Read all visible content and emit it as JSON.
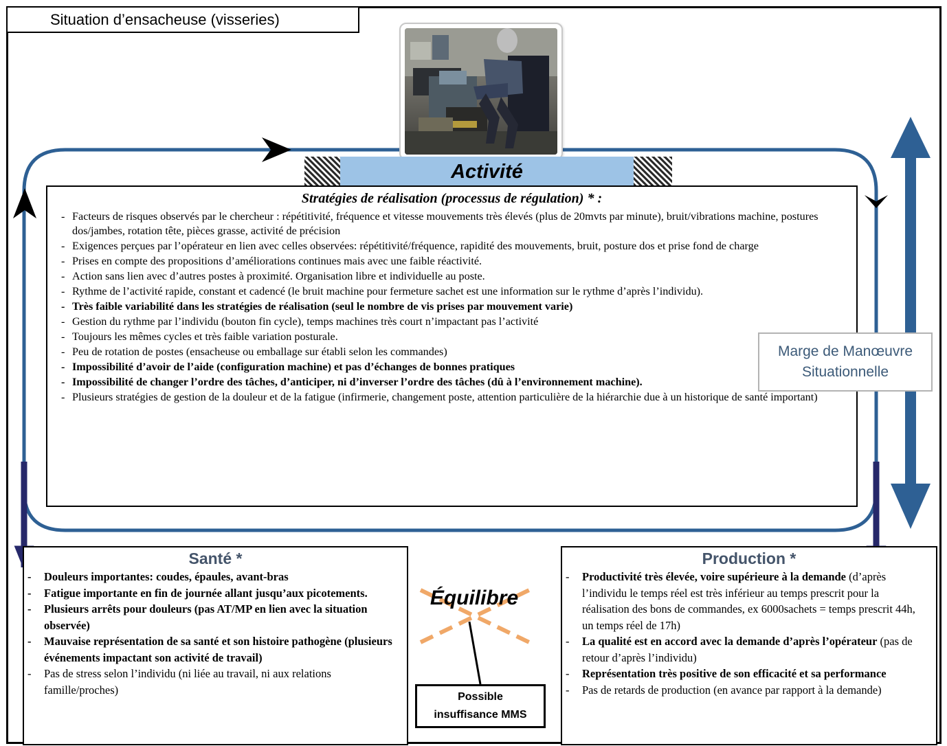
{
  "title": "Situation d’ensacheuse (visseries)",
  "activity": {
    "label": "Activité",
    "strategies_title": "Stratégies de réalisation (processus de régulation) * :",
    "items": [
      {
        "text": "Facteurs de risques observés par le chercheur : répétitivité, fréquence et vitesse mouvements très élevés (plus de 20mvts par minute), bruit/vibrations machine, postures dos/jambes, rotation tête, pièces grasse, activité de précision",
        "bold": false
      },
      {
        "text": "Exigences perçues par l’opérateur en lien avec celles observées: répétitivité/fréquence, rapidité des mouvements, bruit, posture dos et prise fond de charge",
        "bold": false
      },
      {
        "text": "Prises en compte des propositions d’améliorations continues mais avec une faible réactivité.",
        "bold": false
      },
      {
        "text": "Action sans lien avec d’autres postes à proximité. Organisation libre et individuelle au poste.",
        "bold": false
      },
      {
        "text": "Rythme de l’activité rapide, constant et cadencé (le bruit machine pour fermeture sachet est une information sur le rythme d’après l’individu).",
        "bold": false
      },
      {
        "text": "Très faible variabilité dans les stratégies de réalisation (seul le nombre de vis prises par mouvement varie)",
        "bold": true
      },
      {
        "text": "Gestion du rythme par l’individu (bouton fin cycle), temps machines très court n’impactant pas l’activité",
        "bold": false
      },
      {
        "text": "Toujours les mêmes cycles et très faible variation posturale.",
        "bold": false
      },
      {
        "text": "Peu de rotation de postes (ensacheuse ou emballage sur établi selon les commandes)",
        "bold": false
      },
      {
        "text": "Impossibilité d’avoir de l’aide (configuration machine) et pas d’échanges de bonnes pratiques",
        "bold": true
      },
      {
        "text": "Impossibilité de changer l’ordre des tâches, d’anticiper, ni d’inverser l’ordre des tâches (dû à l’environnement machine).",
        "bold": true
      },
      {
        "text": "Plusieurs stratégies de gestion de la douleur et de la fatigue (infirmerie, changement poste, attention particulière de la hiérarchie due à un historique de santé important)",
        "bold": false
      }
    ]
  },
  "marge": {
    "line1": "Marge de Manœuvre",
    "line2": "Situationnelle"
  },
  "sante": {
    "title": "Santé *",
    "items": [
      {
        "text": "Douleurs importantes: coudes, épaules, avant-bras",
        "bold": true
      },
      {
        "text": "Fatigue importante en fin de journée allant jusqu’aux picotements.",
        "bold": true
      },
      {
        "text": "Plusieurs arrêts pour douleurs (pas AT/MP en lien avec la situation observée)",
        "bold": true
      },
      {
        "text": "Mauvaise représentation de sa santé et son histoire pathogène (plusieurs événements impactant son activité de travail)",
        "bold": true
      },
      {
        "text": "Pas de stress selon l’individu (ni liée au travail, ni aux relations famille/proches)",
        "bold": false
      }
    ]
  },
  "production": {
    "title": "Production *",
    "items": [
      {
        "bold_part": "Productivité très élevée, voire supérieure à la demande",
        "normal_part": " (d’après l’individu le temps réel est très inférieur au temps prescrit pour la réalisation des bons de commandes, ex 6000sachets = temps prescrit 44h, un temps réel de 17h)"
      },
      {
        "bold_part": "La qualité est en accord avec la demande d’après l’opérateur",
        "normal_part": " (pas de retour d’après l’individu)"
      },
      {
        "bold_part": "Représentation très positive de son efficacité et sa performance",
        "normal_part": ""
      },
      {
        "bold_part": "",
        "normal_part": "Pas de retards de production (en avance par rapport à la demande)"
      }
    ]
  },
  "equilibre": "Équilibre",
  "mms": {
    "line1": "Possible",
    "line2": "insuffisance MMS"
  },
  "colors": {
    "loop": "#2e6094",
    "activity_banner": "#9dc3e6",
    "arrow_dark": "#26286a",
    "panel_title": "#44546a",
    "cross": "#f0a868"
  }
}
